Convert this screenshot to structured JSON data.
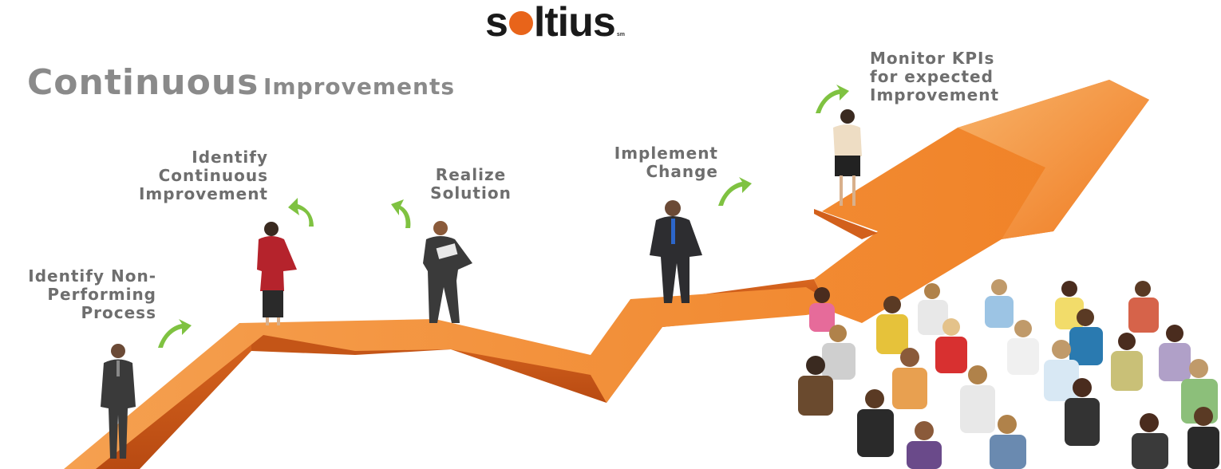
{
  "logo": {
    "text_pre": "s",
    "text_post": "ltius",
    "trademark": "sm"
  },
  "title": {
    "big": "Continuous",
    "small": "Improvements"
  },
  "steps": [
    {
      "lines": [
        "Identify Non-",
        "Performing",
        "Process"
      ]
    },
    {
      "lines": [
        "Identify",
        "Continuous",
        "Improvement"
      ]
    },
    {
      "lines": [
        "Realize",
        "Solution"
      ]
    },
    {
      "lines": [
        "Implement",
        "Change"
      ]
    },
    {
      "lines": [
        "Monitor KPIs",
        "for expected",
        "Improvement"
      ]
    }
  ],
  "colors": {
    "arrow": "#f08a2c",
    "arrow_dark": "#c9561a",
    "accent_arrow": "#7fc241",
    "text": "#6e6e6e",
    "logo_o": "#e8641a"
  }
}
